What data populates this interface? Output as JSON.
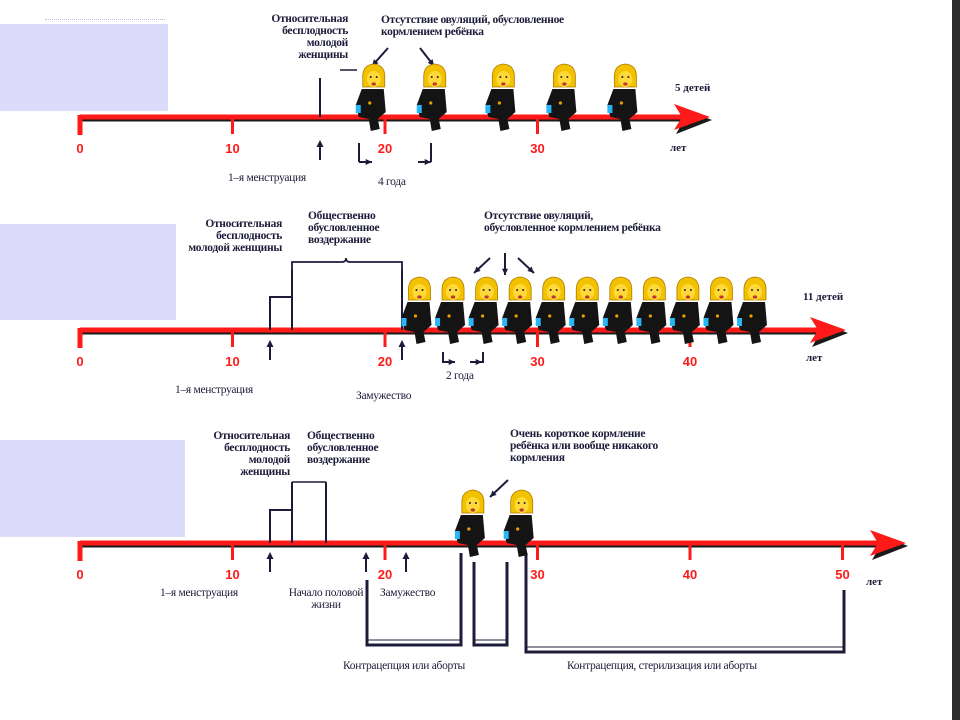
{
  "colors": {
    "axis": "#ff1a1a",
    "axis_shadow": "#1a1a1a",
    "ink": "#1c1c3a",
    "placeholder_box": "#dcdcfa",
    "figure_hair": "#f2c200",
    "figure_body": "#141414",
    "figure_accent": "#29b6f6"
  },
  "unit_label": "лет",
  "timelines": [
    {
      "id": "traditional",
      "children_label": "5 детей",
      "ticks": [
        "0",
        "10",
        "20",
        "30"
      ],
      "child_ages": [
        19,
        23,
        27.5,
        31.5,
        35.5
      ],
      "annotations": {
        "infertility": [
          "Относительная",
          "бесплодность",
          "молодой",
          "женщины"
        ],
        "lactation": [
          "Отсутствие овуляций, обусловленное",
          "кормлением ребёнка"
        ],
        "menarche": "1–я менструация",
        "interval": "4 года"
      }
    },
    {
      "id": "high-fertility",
      "children_label": "11 детей",
      "ticks": [
        "0",
        "10",
        "20",
        "30",
        "40"
      ],
      "child_ages": [
        22,
        24.2,
        26.4,
        28.6,
        30.8,
        33,
        35.2,
        37.4,
        39.6,
        41.8,
        44
      ],
      "annotations": {
        "infertility": [
          "Относительная",
          "бесплодность",
          "молодой женщины"
        ],
        "abstinence": [
          "Общественно",
          "обусловленное",
          "воздержание"
        ],
        "lactation": [
          "Отсутствие овуляций,",
          "обусловленное кормлением ребёнка"
        ],
        "menarche": "1–я менструация",
        "marriage": "Замужество",
        "interval": "2 года"
      }
    },
    {
      "id": "modern",
      "children_label": "",
      "ticks": [
        "0",
        "10",
        "20",
        "30",
        "40",
        "50"
      ],
      "child_ages": [
        25.5,
        28.7
      ],
      "annotations": {
        "infertility": [
          "Относительная",
          "бесплодность",
          "молодой",
          "женщины"
        ],
        "abstinence": [
          "Общественно",
          "обусловленное",
          "воздержание"
        ],
        "short_lactation": [
          "Очень короткое кормление",
          "ребёнка или вообще никакого",
          "кормления"
        ],
        "menarche": "1–я менструация",
        "sexual_debut": [
          "Начало половой",
          "жизни"
        ],
        "marriage": "Замужество",
        "contraception_early": "Контрацепция или аборты",
        "contraception_late": "Контрацепция, стерилизация или аборты"
      }
    }
  ]
}
